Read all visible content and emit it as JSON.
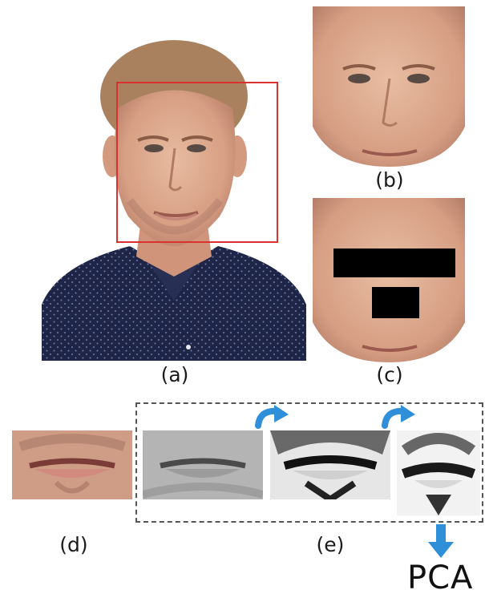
{
  "labels": {
    "a": "(a)",
    "b": "(b)",
    "c": "(c)",
    "d": "(d)",
    "e": "(e)"
  },
  "output_label": "PCA",
  "colors": {
    "detection_box": "#d93030",
    "mask": "#000000",
    "arrow": "#2f8fd8",
    "skin": "#d9a88c",
    "shirt": "#1e2547"
  },
  "icons": [
    "curved-arrow-icon",
    "curved-arrow-icon",
    "down-arrow-icon"
  ]
}
